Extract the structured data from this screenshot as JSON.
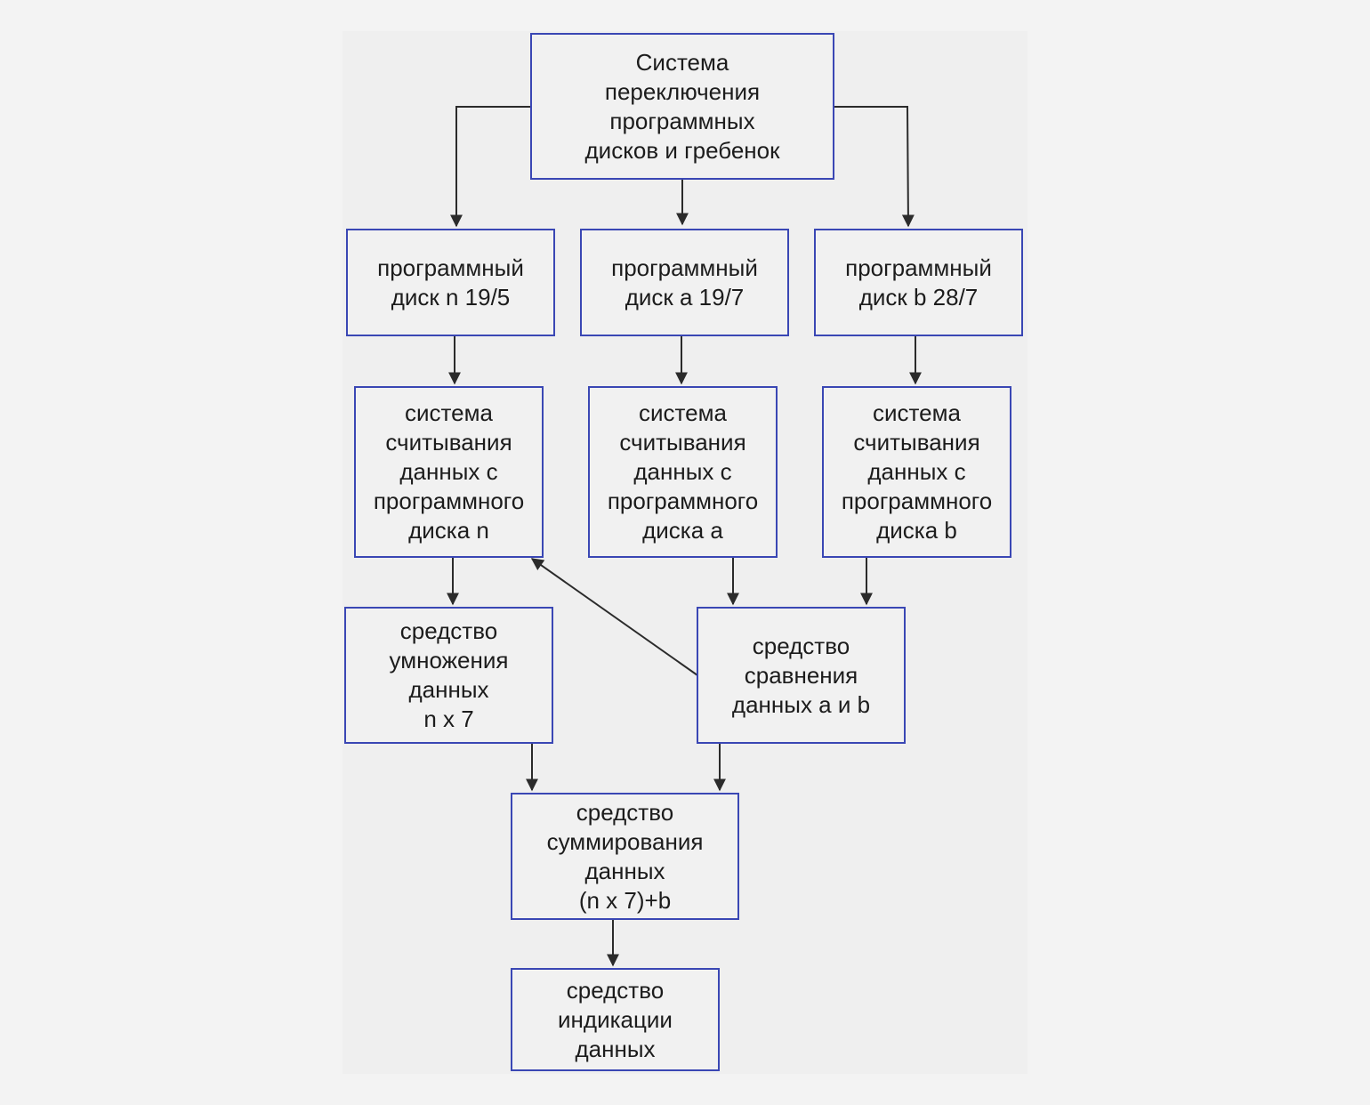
{
  "diagram": {
    "colors": {
      "box_border": "#3a47b4",
      "box_fill": "#f1f1f1",
      "arrow": "#2b2b2b",
      "text": "#1c1c1c"
    },
    "nodes": {
      "switch_system": "Система\nпереключения\nпрограммных\nдисков и гребенок",
      "disk_n": "программный\nдиск n 19/5",
      "disk_a": "программный\nдиск a 19/7",
      "disk_b": "программный\nдиск b 28/7",
      "reader_n": "система\nсчитывания\nданных с\nпрограммного\nдиска n",
      "reader_a": "система\nсчитывания\nданных с\nпрограммного\nдиска a",
      "reader_b": "система\nсчитывания\nданных с\nпрограммного\nдиска b",
      "multiplier": "средство\nумножения\nданных\nn x 7",
      "comparator": "средство\nсравнения\nданных a и b",
      "summator": "средство\nсуммирования\nданных\n(n x 7)+b",
      "indicator": "средство\nиндикации\nданных"
    },
    "edges": [
      {
        "from": "switch_system",
        "to": "disk_n"
      },
      {
        "from": "switch_system",
        "to": "disk_a"
      },
      {
        "from": "switch_system",
        "to": "disk_b"
      },
      {
        "from": "disk_n",
        "to": "reader_n"
      },
      {
        "from": "disk_a",
        "to": "reader_a"
      },
      {
        "from": "disk_b",
        "to": "reader_b"
      },
      {
        "from": "reader_n",
        "to": "multiplier"
      },
      {
        "from": "reader_a",
        "to": "comparator"
      },
      {
        "from": "reader_b",
        "to": "comparator"
      },
      {
        "from": "comparator",
        "to": "reader_n"
      },
      {
        "from": "multiplier",
        "to": "summator"
      },
      {
        "from": "comparator",
        "to": "summator"
      },
      {
        "from": "summator",
        "to": "indicator"
      }
    ]
  }
}
